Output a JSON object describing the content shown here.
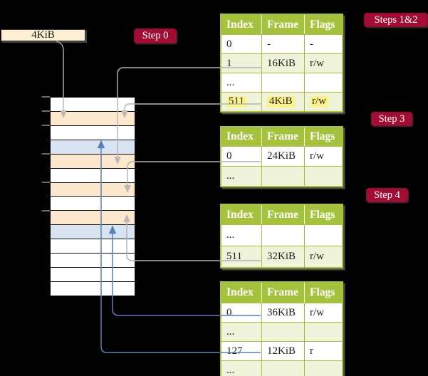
{
  "page_box": {
    "label": "4KiB"
  },
  "badges": {
    "step0": "Step 0",
    "steps12": "Steps 1&2",
    "step3": "Step 3",
    "step4": "Step 4"
  },
  "colors": {
    "badge_red": "#a30d34",
    "table_header_green": "#a4c23c",
    "table_row_light_green": "#eff3da",
    "memory_peach": "#fde7cd",
    "memory_blue": "#d9e4f2",
    "page_box_cream": "#fdf0d3",
    "highlight_yellow": "#fdf388",
    "arrow_gray": "#b3b3b3",
    "arrow_blue": "#5b80b6"
  },
  "memory": {
    "rows": [
      "white",
      "peach",
      "white",
      "blue",
      "peach",
      "white",
      "peach",
      "white",
      "peach",
      "blue",
      "white",
      "white",
      "white",
      "white"
    ],
    "tick_ys": [
      136,
      156,
      176,
      216,
      256,
      296
    ]
  },
  "tables": [
    {
      "name": "page-table-steps-1-2",
      "headers": [
        "Index",
        "Frame",
        "Flags"
      ],
      "rows": [
        {
          "cells": [
            "0",
            "-",
            "-"
          ],
          "shaded": false,
          "highlight": false
        },
        {
          "cells": [
            "1",
            "16KiB",
            "r/w"
          ],
          "shaded": true,
          "highlight": false
        },
        {
          "cells": [
            "...",
            "",
            ""
          ],
          "shaded": false,
          "highlight": false
        },
        {
          "cells": [
            "511",
            "4KiB",
            "r/w"
          ],
          "shaded": true,
          "highlight": true
        }
      ]
    },
    {
      "name": "page-table-step-3",
      "headers": [
        "Index",
        "Frame",
        "Flags"
      ],
      "rows": [
        {
          "cells": [
            "0",
            "24KiB",
            "r/w"
          ],
          "shaded": false,
          "highlight": false
        },
        {
          "cells": [
            "...",
            "",
            ""
          ],
          "shaded": true,
          "highlight": false
        }
      ]
    },
    {
      "name": "page-table-step-4",
      "headers": [
        "Index",
        "Frame",
        "Flags"
      ],
      "rows": [
        {
          "cells": [
            "...",
            "",
            ""
          ],
          "shaded": false,
          "highlight": false
        },
        {
          "cells": [
            "511",
            "32KiB",
            "r/w"
          ],
          "shaded": true,
          "highlight": false
        }
      ]
    },
    {
      "name": "page-table-bottom",
      "headers": [
        "Index",
        "Frame",
        "Flags"
      ],
      "rows": [
        {
          "cells": [
            "0",
            "36KiB",
            "r/w"
          ],
          "shaded": false,
          "highlight": false
        },
        {
          "cells": [
            "...",
            "",
            ""
          ],
          "shaded": true,
          "highlight": false
        },
        {
          "cells": [
            "127",
            "12KiB",
            "r"
          ],
          "shaded": false,
          "highlight": false
        },
        {
          "cells": [
            "...",
            "",
            ""
          ],
          "shaded": true,
          "highlight": false
        }
      ]
    }
  ],
  "connections": [
    {
      "from": "page-size-box",
      "to": "memory-frame-2",
      "color": "gray"
    },
    {
      "from": "page-table-steps-1-2.row-1",
      "to": "memory-frame-5",
      "color": "gray"
    },
    {
      "from": "page-table-steps-1-2.row-511",
      "to": "memory-frame-2",
      "color": "gray"
    },
    {
      "from": "page-table-step-3.row-0",
      "to": "memory-frame-7",
      "color": "gray"
    },
    {
      "from": "page-table-step-4.row-511",
      "to": "memory-frame-9",
      "color": "gray"
    },
    {
      "from": "page-table-bottom.row-0",
      "to": "memory-frame-10",
      "color": "blue"
    },
    {
      "from": "page-table-bottom.row-127",
      "to": "memory-frame-4",
      "color": "blue"
    }
  ]
}
